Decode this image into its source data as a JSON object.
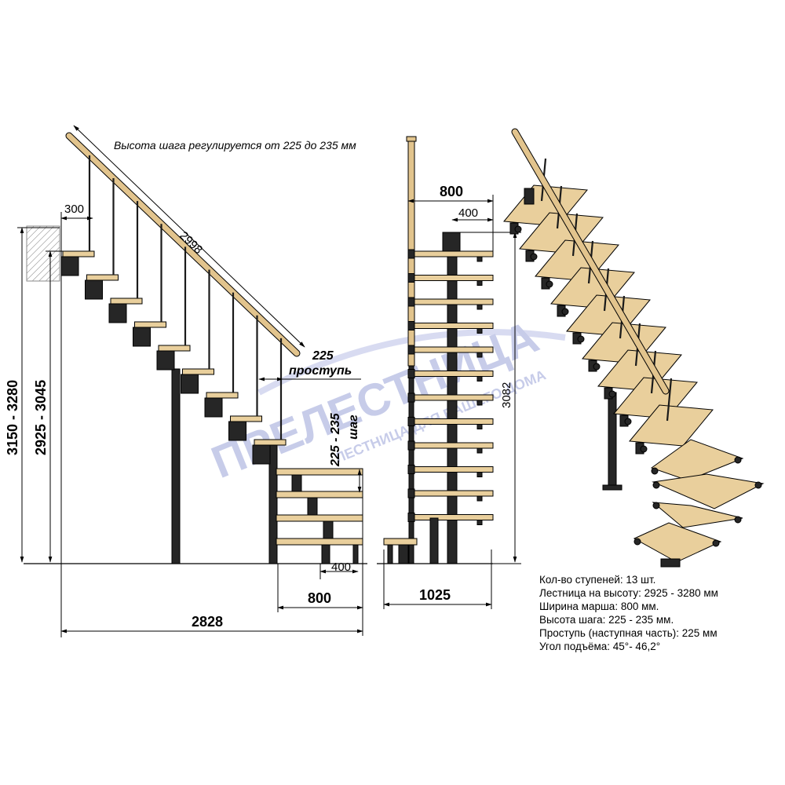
{
  "note": "Высота шага регулируется от 225 до 235 мм",
  "dimensions": {
    "top_tread_depth": "300",
    "rail_length": "2998",
    "tread_depth": "225",
    "tread_depth_label": "проступь",
    "step_height": "225 - 235",
    "step_height_label": "шаг",
    "height_range_outer": "3150 - 3280",
    "height_range_inner": "2925 - 3045",
    "bottom_400": "400",
    "bottom_800": "800",
    "total_length": "2828",
    "front_width": "800",
    "front_400": "400",
    "front_height": "3082",
    "front_depth": "1025"
  },
  "watermark": {
    "main": "ПРЕЛЕСТНИЦА",
    "sub": "ЛЕСТНИЦА ДЛЯ ВАШЕГО ДОМА"
  },
  "specs": [
    "Кол-во ступеней: 13 шт.",
    "Лестница на высоту: 2925 - 3280 мм",
    "Ширина марша: 800 мм.",
    "Высота шага: 225 - 235 мм.",
    "Проступь (наступная часть): 225 мм",
    "Угол подъёма: 45°- 46,2°"
  ],
  "colors": {
    "wood": "#e9cf9c",
    "metal": "#262626",
    "watermark": "#9aa3d8"
  }
}
